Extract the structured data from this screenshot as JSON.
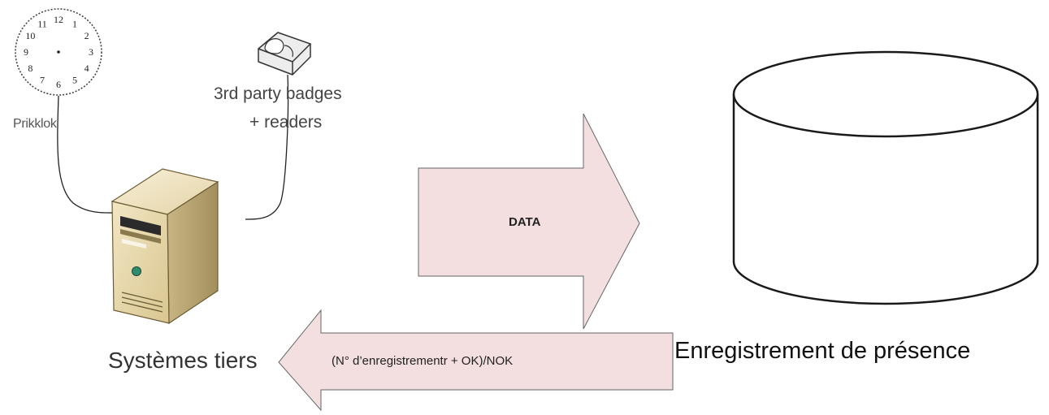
{
  "nodes": {
    "clock": {
      "label": "Prikklok",
      "icon": "clock-icon",
      "numerals": [
        "12",
        "1",
        "2",
        "3",
        "4",
        "5",
        "6",
        "7",
        "8",
        "9",
        "10",
        "11"
      ]
    },
    "badge_reader": {
      "label_line1": "3rd party badges",
      "label_line2": "+ readers",
      "icon": "badge-reader-icon"
    },
    "server": {
      "label": "Systèmes tiers",
      "icon": "server-icon"
    },
    "database": {
      "label": "Enregistrement de présence",
      "icon": "database-icon"
    }
  },
  "flows": {
    "data": {
      "label": "DATA"
    },
    "response": {
      "label": "(N° d’enregistrementr + OK)/NOK"
    }
  },
  "colors": {
    "arrow_fill": "#f3dfe0",
    "arrow_stroke": "#555555",
    "server_body": "#e8d9b0",
    "server_side": "#b9a77a"
  }
}
